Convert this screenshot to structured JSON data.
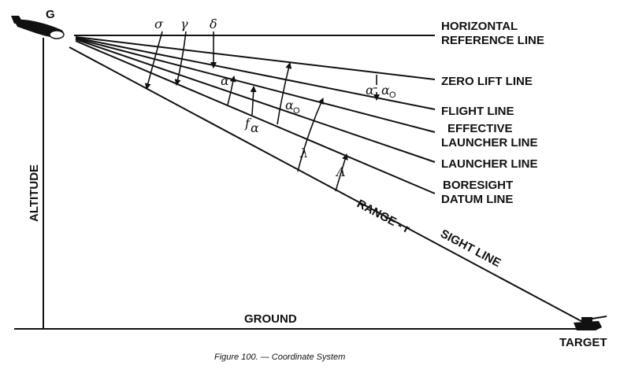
{
  "labels": {
    "point_g": "G",
    "horizontal_1": "HORIZONTAL",
    "horizontal_2": "REFERENCE LINE",
    "zero_lift": "ZERO LIFT LINE",
    "flight": "FLIGHT LINE",
    "effective_1": "EFFECTIVE",
    "effective_2": "LAUNCHER LINE",
    "launcher": "LAUNCHER LINE",
    "boresight_1": "BORESIGHT",
    "boresight_2": "DATUM LINE",
    "range": "RANGE - r",
    "sight_line": "SIGHT LINE",
    "altitude": "ALTITUDE",
    "ground": "GROUND",
    "target": "TARGET"
  },
  "angles": {
    "sigma": "σ",
    "gamma": "γ",
    "delta": "δ",
    "alpha": "α",
    "f_alpha_f": "f",
    "f_alpha_a": "α",
    "alpha0_a": "α",
    "alpha0_sub": "O",
    "diff_a": "α",
    "diff_minus": "-",
    "diff_a2": "α",
    "diff_sub": "O",
    "lambda": "λ",
    "Lambda": "Λ"
  },
  "caption": "Figure 100. — Coordinate System"
}
